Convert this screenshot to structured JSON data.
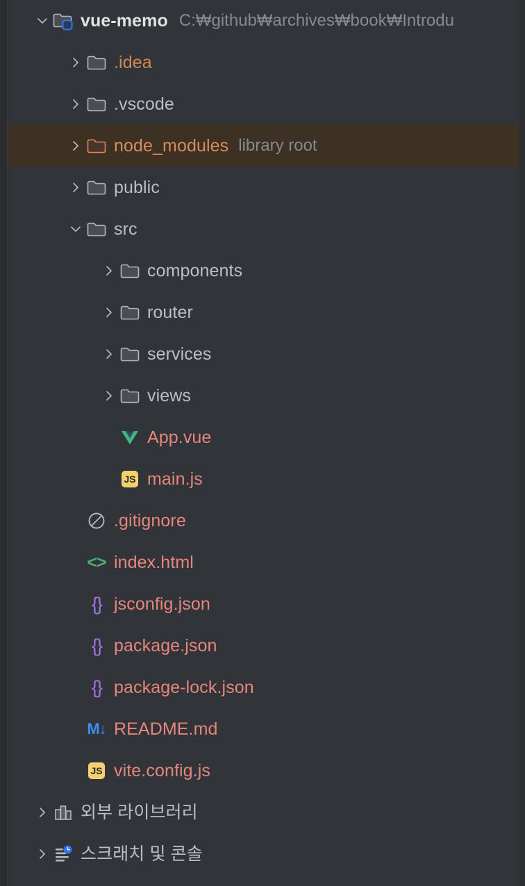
{
  "panel": {
    "name": "project-tool-window",
    "background": "#313438",
    "gutter_color": "#2b2d30",
    "highlight_color": "#3c3123"
  },
  "colors": {
    "default_text": "#bcbec4",
    "root_text": "#dfe1e5",
    "hint_text": "#868a91",
    "ignored_folder": "#d08a52",
    "excluded_folder": "#d98b5c",
    "modified_file": "#e8857c",
    "vue_green": "#41b883",
    "vue_dark": "#35495e",
    "js_badge_bg": "#f5d06c",
    "js_badge_text": "#2b2b2b",
    "html_icon": "#4caf6d",
    "json_icon": "#a371e8",
    "markdown_icon": "#3f8df5",
    "folder_icon": "#b4b8bf",
    "folder_icon_excluded": "#d98b5c",
    "badge_blue": "#3574f0"
  },
  "tree": {
    "rows": [
      {
        "label": "vue-memo",
        "hint": "C:₩github₩archives₩book₩Introdu",
        "icon": "folder-module-icon",
        "chevron": "chevron-down-icon",
        "depth": 0,
        "style": "root"
      },
      {
        "label": ".idea",
        "hint": "",
        "icon": "folder-icon",
        "chevron": "chevron-right-icon",
        "depth": 1,
        "style": "ignored"
      },
      {
        "label": ".vscode",
        "hint": "",
        "icon": "folder-icon",
        "chevron": "chevron-right-icon",
        "depth": 1,
        "style": "default"
      },
      {
        "label": "node_modules",
        "hint": "library root",
        "icon": "folder-excluded-icon",
        "chevron": "chevron-right-icon",
        "depth": 1,
        "style": "excluded",
        "highlighted": true
      },
      {
        "label": "public",
        "hint": "",
        "icon": "folder-icon",
        "chevron": "chevron-right-icon",
        "depth": 1,
        "style": "default"
      },
      {
        "label": "src",
        "hint": "",
        "icon": "folder-icon",
        "chevron": "chevron-down-icon",
        "depth": 1,
        "style": "default"
      },
      {
        "label": "components",
        "hint": "",
        "icon": "folder-icon",
        "chevron": "chevron-right-icon",
        "depth": 2,
        "style": "default"
      },
      {
        "label": "router",
        "hint": "",
        "icon": "folder-icon",
        "chevron": "chevron-right-icon",
        "depth": 2,
        "style": "default"
      },
      {
        "label": "services",
        "hint": "",
        "icon": "folder-icon",
        "chevron": "chevron-right-icon",
        "depth": 2,
        "style": "default"
      },
      {
        "label": "views",
        "hint": "",
        "icon": "folder-icon",
        "chevron": "chevron-right-icon",
        "depth": 2,
        "style": "default"
      },
      {
        "label": "App.vue",
        "hint": "",
        "icon": "vue-file-icon",
        "chevron": "none",
        "depth": 2,
        "style": "modified"
      },
      {
        "label": "main.js",
        "hint": "",
        "icon": "js-file-icon",
        "chevron": "none",
        "depth": 2,
        "style": "modified"
      },
      {
        "label": ".gitignore",
        "hint": "",
        "icon": "gitignore-file-icon",
        "chevron": "none",
        "depth": 1,
        "style": "modified"
      },
      {
        "label": "index.html",
        "hint": "",
        "icon": "html-file-icon",
        "chevron": "none",
        "depth": 1,
        "style": "modified"
      },
      {
        "label": "jsconfig.json",
        "hint": "",
        "icon": "json-file-icon",
        "chevron": "none",
        "depth": 1,
        "style": "modified"
      },
      {
        "label": "package.json",
        "hint": "",
        "icon": "json-file-icon",
        "chevron": "none",
        "depth": 1,
        "style": "modified"
      },
      {
        "label": "package-lock.json",
        "hint": "",
        "icon": "json-file-icon",
        "chevron": "none",
        "depth": 1,
        "style": "modified"
      },
      {
        "label": "README.md",
        "hint": "",
        "icon": "markdown-file-icon",
        "chevron": "none",
        "depth": 1,
        "style": "modified"
      },
      {
        "label": "vite.config.js",
        "hint": "",
        "icon": "js-file-icon",
        "chevron": "none",
        "depth": 1,
        "style": "modified"
      },
      {
        "label": "외부 라이브러리",
        "hint": "",
        "icon": "external-libraries-icon",
        "chevron": "chevron-right-icon",
        "depth": 0,
        "style": "default"
      },
      {
        "label": "스크래치 및 콘솔",
        "hint": "",
        "icon": "scratches-consoles-icon",
        "chevron": "chevron-right-icon",
        "depth": 0,
        "style": "default"
      }
    ]
  }
}
